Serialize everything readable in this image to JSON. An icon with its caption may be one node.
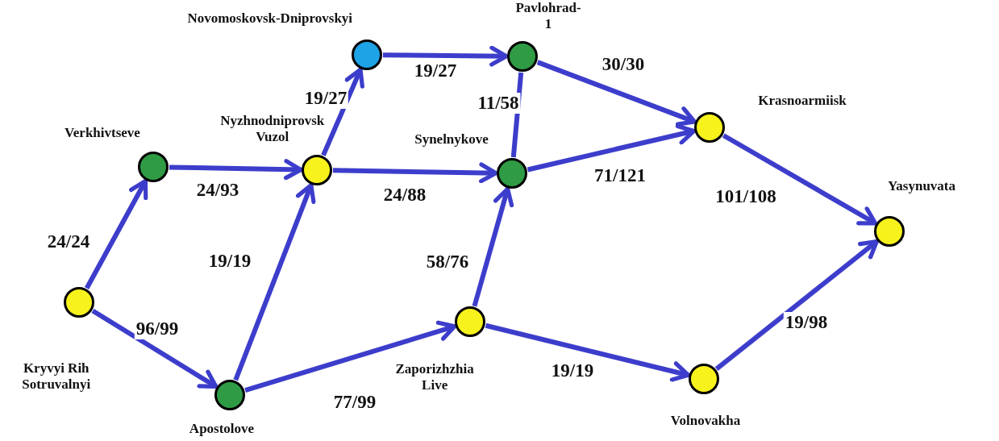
{
  "diagram": {
    "nodes": [
      {
        "text": [
          "Kryvyi Rih Sotruvalnyi"
        ]
      },
      {
        "text": [
          "Verkhivtseve"
        ]
      },
      {
        "text": [
          "Nyzhnodniprovsk Vuzol"
        ]
      },
      {
        "text": [
          "Novomoskovsk-Dniprovskyi"
        ]
      },
      {
        "text": [
          "Pavlohrad-1"
        ]
      },
      {
        "text": [
          "Synelnykove"
        ]
      },
      {
        "text": [
          "Krasnoarmiisk"
        ]
      },
      {
        "text": [
          "Yasynuvata"
        ]
      },
      {
        "text": [
          "Apostolove"
        ]
      },
      {
        "text": [
          "Zaporizhzhia Live"
        ]
      },
      {
        "text": [
          "Volnovakha"
        ]
      }
    ],
    "edges": [
      {
        "from": 0,
        "to": 1,
        "arrow": "to",
        "label": "24/24"
      },
      {
        "from": 0,
        "to": 8,
        "arrow": "to",
        "label": "96/99"
      },
      {
        "from": 1,
        "to": 2,
        "arrow": "to",
        "label": "24/93"
      },
      {
        "from": 8,
        "to": 2,
        "arrow": "to",
        "label": "19/19"
      },
      {
        "from": 2,
        "to": 3,
        "arrow": "to",
        "label": "19/27"
      },
      {
        "from": 2,
        "to": 5,
        "arrow": "to",
        "label": "24/88"
      },
      {
        "from": 3,
        "to": 4,
        "arrow": "to",
        "label": "19/27"
      },
      {
        "from": 5,
        "to": 4,
        "arrow": "none",
        "label": "11/58"
      },
      {
        "from": 4,
        "to": 6,
        "arrow": "to",
        "label": "30/30"
      },
      {
        "from": 5,
        "to": 6,
        "arrow": "to",
        "label": "71/121"
      },
      {
        "from": 8,
        "to": 9,
        "arrow": "to",
        "label": "77/99"
      },
      {
        "from": 9,
        "to": 5,
        "arrow": "to",
        "label": "58/76"
      },
      {
        "from": 9,
        "to": 10,
        "arrow": "to",
        "label": "19/19"
      },
      {
        "from": 6,
        "to": 7,
        "arrow": "to",
        "label": "101/108"
      },
      {
        "from": 10,
        "to": 7,
        "arrow": "to",
        "label": "19/98"
      }
    ]
  }
}
